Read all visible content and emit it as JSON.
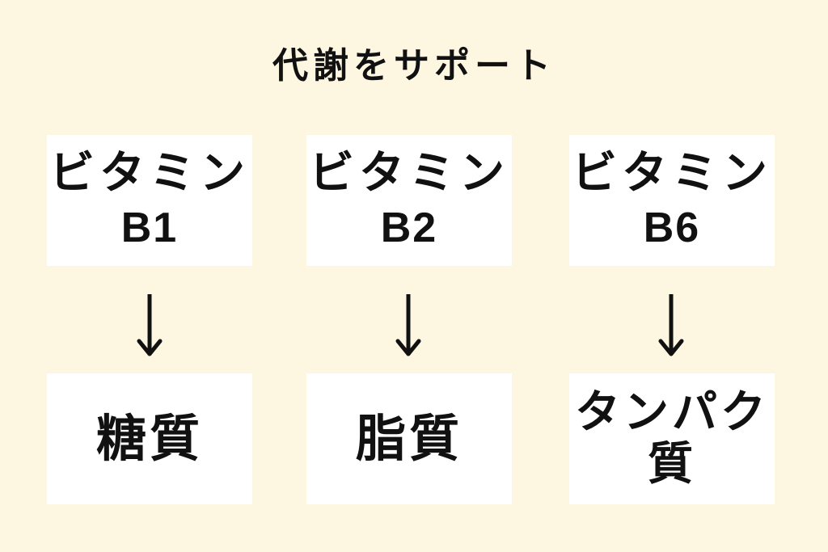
{
  "title": "代謝をサポート",
  "columns": [
    {
      "vitamin_name": "ビタミン",
      "vitamin_code": "B1",
      "target_line1": "糖質",
      "target_line2": ""
    },
    {
      "vitamin_name": "ビタミン",
      "vitamin_code": "B2",
      "target_line1": "脂質",
      "target_line2": ""
    },
    {
      "vitamin_name": "ビタミン",
      "vitamin_code": "B6",
      "target_line1": "タンパク",
      "target_line2": "質"
    }
  ],
  "colors": {
    "background": "#fdf6e1",
    "box": "#ffffff",
    "text": "#111111"
  },
  "icons": {
    "arrow": "arrow-down-icon"
  }
}
